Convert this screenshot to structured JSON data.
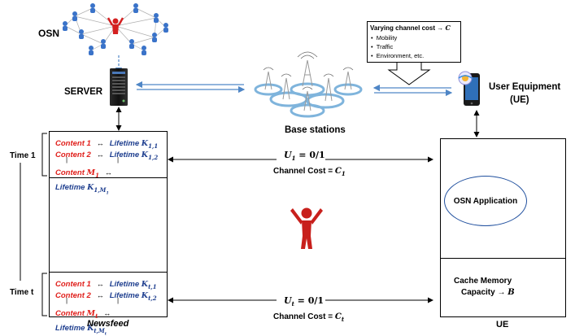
{
  "top": {
    "osn_label": "OSN",
    "server_label": "SERVER",
    "base_stations_label": "Base stations",
    "ue_label_line1": "User Equipment",
    "ue_label_line2": "(UE)"
  },
  "callout": {
    "title": "Varying channel cost → ",
    "title_var": "C",
    "items": [
      "Mobility",
      "Traffic",
      "Environment, etc."
    ]
  },
  "newsfeed": {
    "label": "Newsfeed",
    "time1_label": "Time 1",
    "timet_label": "Time t",
    "block1": {
      "row1_content": "Content 1",
      "row1_lifetime": "Lifetime ",
      "row1_k": "K",
      "row1_sub": "1,1",
      "row2_content": "Content 2",
      "row2_lifetime": "Lifetime ",
      "row2_k": "K",
      "row2_sub": "1,2",
      "row3_content": "Content ",
      "row3_m": "M",
      "row3_msub": "1",
      "row3_lifetime": "Lifetime ",
      "row3_k": "K",
      "row3_sub": "1,M",
      "row3_subsub": "1"
    },
    "block2": {
      "row1_content": "Content 1",
      "row1_lifetime": "Lifetime ",
      "row1_k": "K",
      "row1_sub": "t,1",
      "row2_content": "Content 2",
      "row2_lifetime": "Lifetime ",
      "row2_k": "K",
      "row2_sub": "t,2",
      "row3_content": "Content ",
      "row3_m": "M",
      "row3_msub": "t",
      "row3_lifetime": "Lifetime ",
      "row3_k": "K",
      "row3_sub": "t,M",
      "row3_subsub": "t"
    }
  },
  "links": {
    "u1_var": "U",
    "u1_sub": "1",
    "u1_rest": " = 0/1",
    "c1_text": "Channel Cost = ",
    "c1_var": "C",
    "c1_sub": "1",
    "ut_var": "U",
    "ut_sub": "t",
    "ut_rest": " = 0/1",
    "ct_text": "Channel Cost = ",
    "ct_var": "C",
    "ct_sub": "t"
  },
  "ue_box": {
    "osn_app": "OSN Application",
    "cache_line1": "Cache Memory",
    "cache_line2": "Capacity → ",
    "cache_var": "B",
    "bottom_label": "UE"
  },
  "icons": [
    "social-network-icon",
    "server-icon",
    "base-stations-icon",
    "smartphone-icon",
    "user-figure-icon"
  ]
}
